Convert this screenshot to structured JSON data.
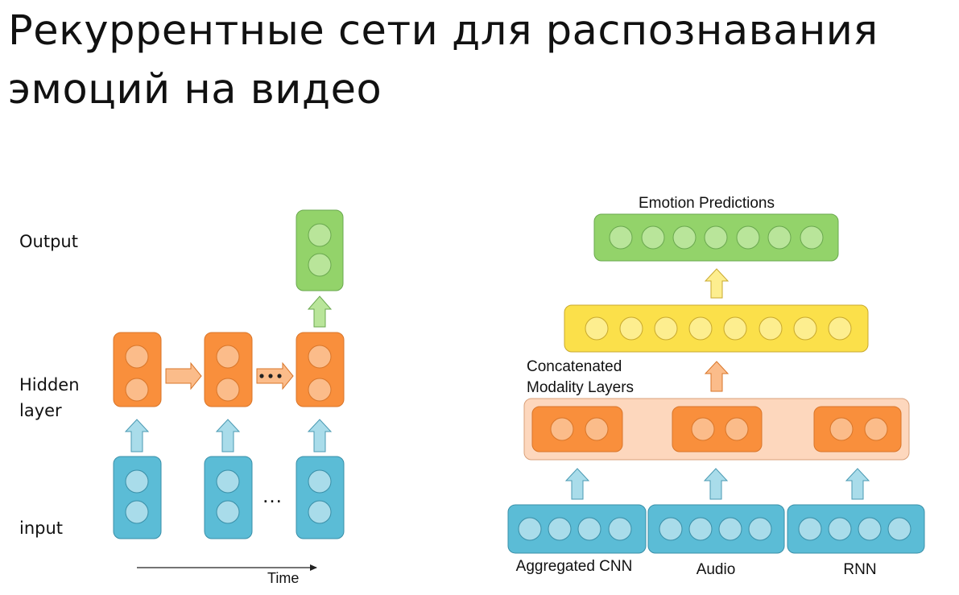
{
  "title": {
    "line1": "Рекуррентные сети для распознавания",
    "line2": "эмоций на видео"
  },
  "left_diagram": {
    "layer_labels": {
      "output": "Output",
      "hidden_line1": "Hidden",
      "hidden_line2": "layer",
      "input": "input"
    },
    "ellipsis": "…",
    "time_label": "Time"
  },
  "right_diagram": {
    "top_label": "Emotion Predictions",
    "concat_label_line1": "Concatenated",
    "concat_label_line2": "Modality Layers",
    "modalities": [
      "Aggregated CNN",
      "Audio",
      "RNN"
    ]
  },
  "colors": {
    "green_fill": "#93d36a",
    "green_node": "#b9e59a",
    "orange_fill": "#f98f3c",
    "orange_node": "#fbbc8a",
    "blue_fill": "#5bbcd6",
    "blue_node": "#a9dcea",
    "yellow_fill": "#fbe04a",
    "yellow_node": "#fdee8f",
    "peach_fill": "#fdd7bd"
  }
}
